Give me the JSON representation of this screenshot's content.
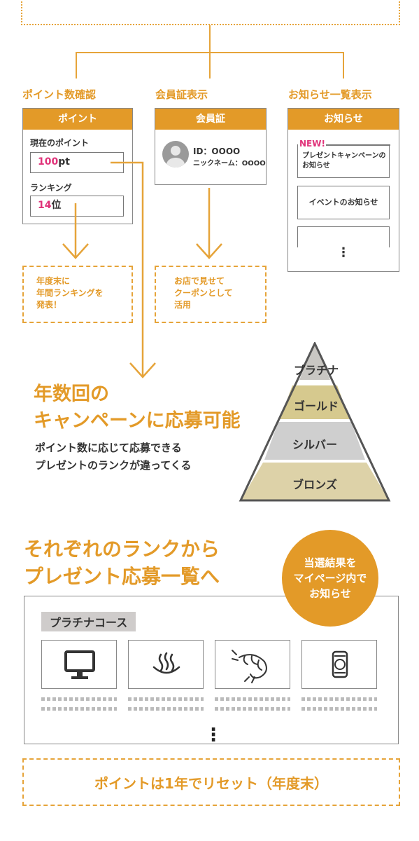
{
  "columns": {
    "points": {
      "title": "ポイント数確認",
      "header": "ポイント",
      "current_label": "現在のポイント",
      "points_value": "100",
      "points_unit": "pt",
      "ranking_label": "ランキング",
      "rank_value": "14",
      "rank_unit": "位",
      "note_lines": [
        "年度末に",
        "年間ランキングを",
        "発表！"
      ]
    },
    "member": {
      "title": "会員証表示",
      "header": "会員証",
      "id_line": "ID：OOOO",
      "nickname_line": "ニックネーム：OOOO",
      "note_lines": [
        "お店で見せて",
        "クーポンとして",
        "活用"
      ]
    },
    "news": {
      "title": "お知らせ一覧表示",
      "header": "お知らせ",
      "new_badge": "NEW!",
      "items": [
        "プレゼントキャンペーンのお知らせ",
        "イベントのお知らせ"
      ],
      "more": "⋮"
    }
  },
  "campaign": {
    "heading_line1": "年数回の",
    "heading_line2": "キャンペーンに応募可能",
    "desc_line1": "ポイント数に応じて応募できる",
    "desc_line2": "プレゼントのランクが違ってくる"
  },
  "ranks": [
    "プラチナ",
    "ゴールド",
    "シルバー",
    "ブロンズ"
  ],
  "prizes": {
    "heading_line1": "それぞれのランクから",
    "heading_line2": "プレゼント応募一覧へ",
    "bubble_lines": [
      "当選結果を",
      "マイページ内で",
      "お知らせ"
    ],
    "course_label": "プラチナコース",
    "icons": [
      "monitor-icon",
      "hot-spring-icon",
      "shrimp-icon",
      "beer-can-icon"
    ],
    "more": "⋮"
  },
  "footer_note": "ポイントは1年でリセット（年度末）",
  "colors": {
    "accent": "#e39a28",
    "pink": "#e0337a",
    "platinum": "#c9c7c3",
    "gold": "#d6c98e",
    "silver": "#cfcfcf",
    "bronze": "#ddd2a8"
  }
}
